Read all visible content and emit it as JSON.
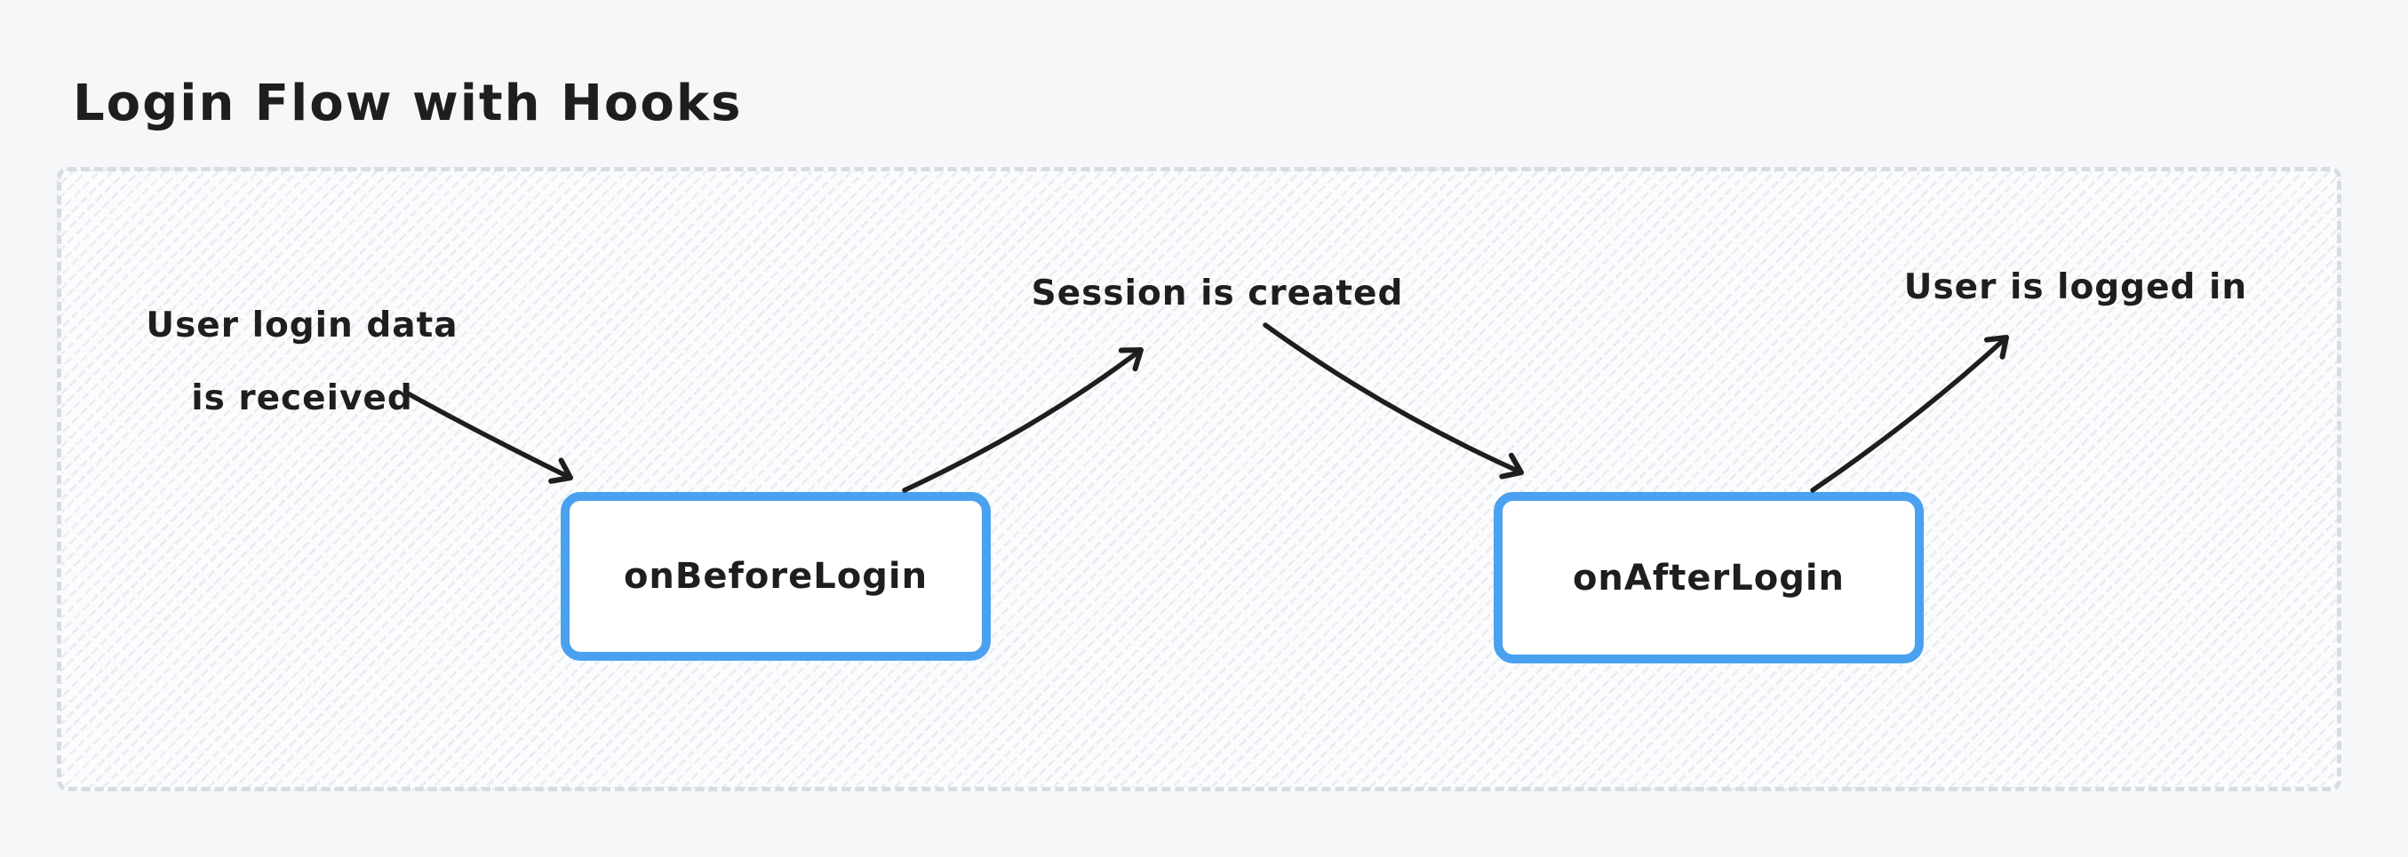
{
  "title": "Login Flow with Hooks",
  "colors": {
    "ink": "#1d1e20",
    "node_border_blue": "#4aa1f0",
    "node_fill": "#ffffff",
    "page_background": "#f6f7f9",
    "container_fill": "#fbfcfd",
    "container_dash_border": "#d8dce2",
    "container_hatch": "#e9ebef"
  },
  "diagram": {
    "nodes": [
      {
        "label": "onBeforeLogin"
      },
      {
        "label": "onAfterLogin"
      }
    ],
    "annotations": [
      {
        "text": "User login data\nis received"
      },
      {
        "text": "Session is created"
      },
      {
        "text": "User is logged in"
      }
    ],
    "arrows": [
      {
        "from": "User login data is received",
        "to": "onBeforeLogin"
      },
      {
        "from": "onBeforeLogin",
        "to": "Session is created"
      },
      {
        "from": "Session is created",
        "to": "onAfterLogin"
      },
      {
        "from": "onAfterLogin",
        "to": "User is logged in"
      }
    ]
  }
}
